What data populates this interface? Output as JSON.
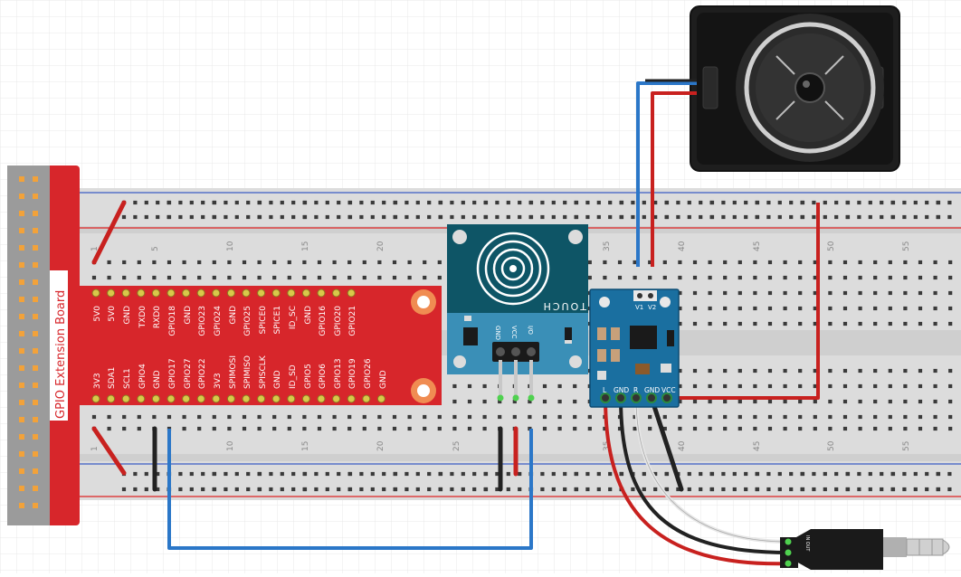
{
  "extension_board": {
    "title": "GPIO Extension Board",
    "top_pins": [
      "5V0",
      "5V0",
      "GND",
      "TXD0",
      "RXD0",
      "GPIO18",
      "GND",
      "GPIO23",
      "GPIO24",
      "GND",
      "GPIO25",
      "SPICE0",
      "SPICE1",
      "ID_SC",
      "GND",
      "GPIO16",
      "GPIO20",
      "GPIO21"
    ],
    "bottom_pins": [
      "3V3",
      "SDA1",
      "SCL1",
      "GPIO4",
      "GND",
      "GPIO17",
      "GPIO27",
      "GPIO22",
      "3V3",
      "SPIMOSI",
      "SPIMISO",
      "SPISCLK",
      "GND",
      "ID_SD",
      "GPIO5",
      "GPIO6",
      "GPIO13",
      "GPIO19",
      "GPIO26",
      "GND"
    ]
  },
  "breadboard": {
    "top_numbers": [
      "1",
      "5",
      "10",
      "15",
      "20",
      "35",
      "40",
      "45",
      "50",
      "55"
    ],
    "bottom_numbers": [
      "1",
      "10",
      "15",
      "20",
      "25",
      "35",
      "40",
      "45",
      "50",
      "55"
    ]
  },
  "touch_sensor": {
    "label": "TOUCH",
    "pins": [
      "GND",
      "VCC",
      "I/O"
    ]
  },
  "amplifier": {
    "top_labels": [
      "V2",
      "V1"
    ],
    "pins": [
      "L",
      "GND",
      "R",
      "GND",
      "VCC"
    ]
  },
  "audio_jack": {
    "label": "IN OUT"
  },
  "colors": {
    "board_red": "#d7262b",
    "header_gray": "#9b9b9b",
    "sensor_teal": "#0e5566",
    "sensor_blue": "#3a8fb7",
    "amp_blue": "#1a6fa0",
    "wire_red": "#c8211f",
    "wire_black": "#222222",
    "wire_blue": "#2b77c8",
    "wire_white": "#e6e6e6",
    "speaker_black": "#1e1e1e"
  }
}
